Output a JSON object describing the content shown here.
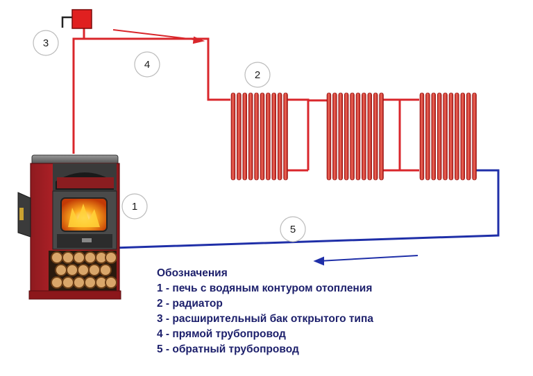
{
  "labels": {
    "stove": "1",
    "radiator": "2",
    "tank": "3",
    "supply": "4",
    "return": "5"
  },
  "legend": {
    "title": "Обозначения",
    "items": [
      "1 - печь с водяным контуром отопления",
      "2 - радиатор",
      "3 - расширительный бак открытого типа",
      "4 - прямой трубопровод",
      "5 - обратный трубопровод"
    ]
  },
  "colors": {
    "supply_pipe": "#d9262b",
    "return_pipe": "#1f2fa8",
    "radiator": "#d42a2a",
    "tank": "#e02020",
    "stove_body": "#b8222a",
    "legend_text": "#1c1f6b"
  }
}
